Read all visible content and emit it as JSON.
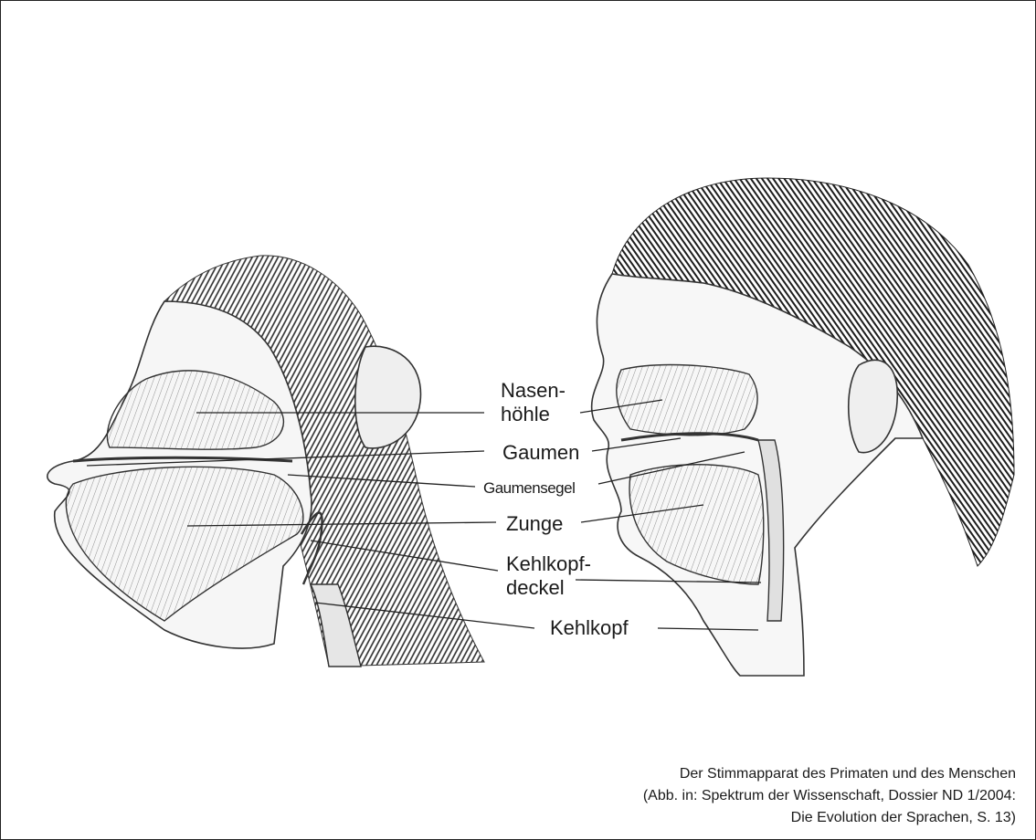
{
  "labels": {
    "nasenhoehle_1": "Nasen-",
    "nasenhoehle_2": "höhle",
    "gaumen": "Gaumen",
    "gaumensegel": "Gaumensegel",
    "zunge": "Zunge",
    "kehlkopfdeckel_1": "Kehlkopf-",
    "kehlkopfdeckel_2": "deckel",
    "kehlkopf": "Kehlkopf"
  },
  "caption": {
    "line1": "Der Stimmapparat des Primaten und des Menschen",
    "line2": "(Abb. in: Spektrum der Wissenschaft, Dossier ND 1/2004:",
    "line3": "Die Evolution der Sprachen, S. 13)"
  }
}
